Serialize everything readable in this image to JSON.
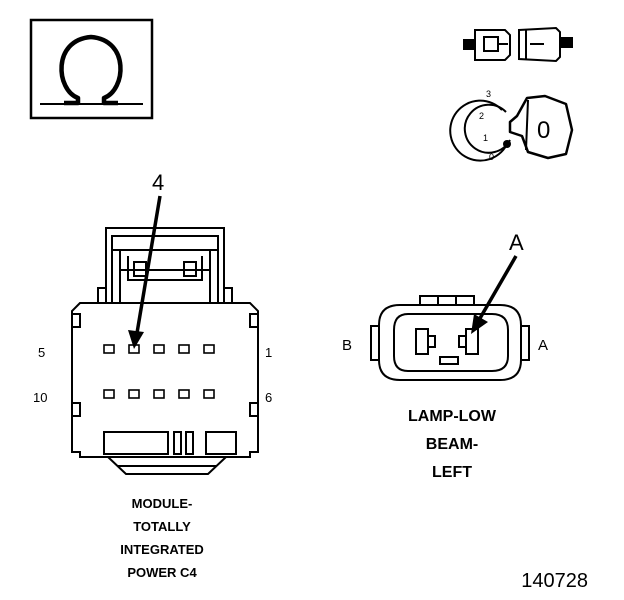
{
  "symbols": {
    "ohm_symbol": "Ω",
    "ignition_key_positions": [
      "0",
      "1",
      "2",
      "3"
    ],
    "ignition_key_position_shown": "0"
  },
  "connector_c4": {
    "callout_pin": "4",
    "pin_label_top_left": "5",
    "pin_label_top_right": "1",
    "pin_label_bottom_left": "10",
    "pin_label_bottom_right": "6",
    "caption_lines": [
      "MODULE-",
      "TOTALLY",
      "INTEGRATED",
      "POWER C4"
    ]
  },
  "connector_lamp": {
    "callout_pin": "A",
    "side_label_left": "B",
    "side_label_right": "A",
    "caption_lines": [
      "LAMP-LOW",
      "BEAM-",
      "LEFT"
    ]
  },
  "figure_number": "140728",
  "colors": {
    "line": "#000000",
    "background": "#ffffff"
  }
}
